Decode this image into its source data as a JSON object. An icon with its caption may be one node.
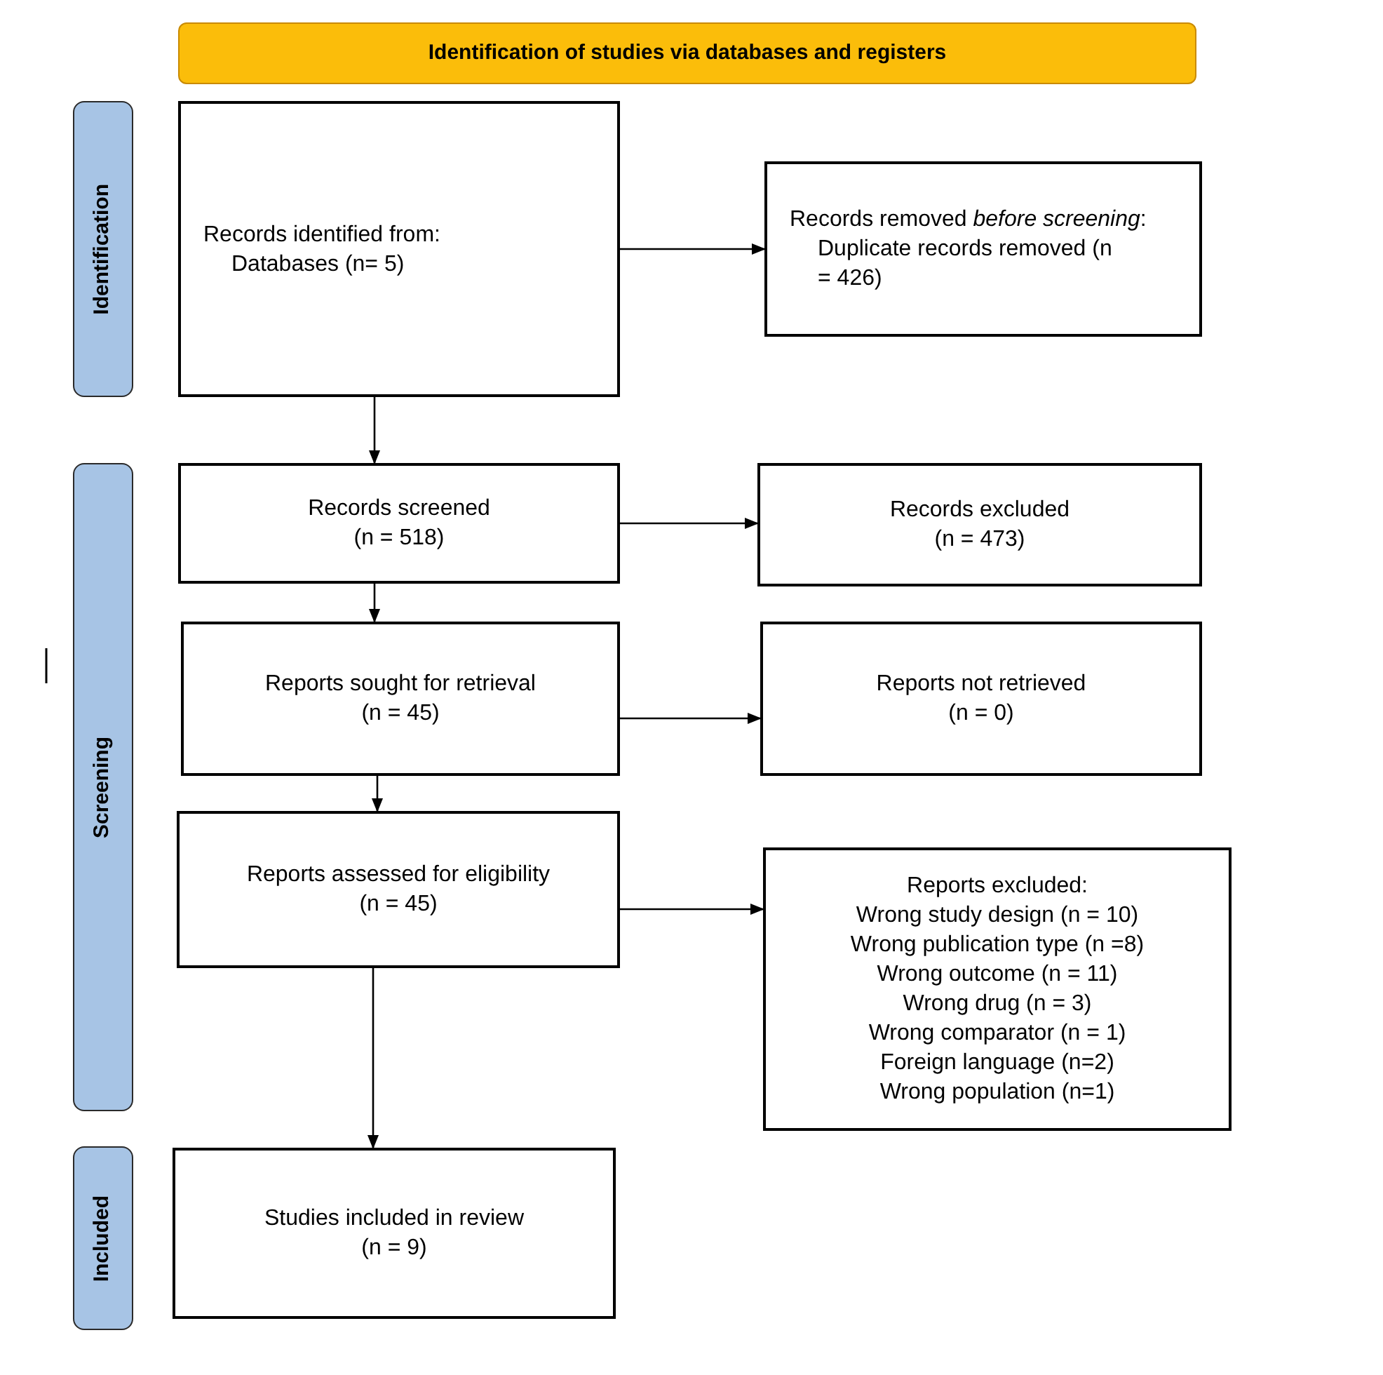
{
  "diagram": {
    "nodes": [
      {
        "text": [
          "Identification of studies via databases and registers"
        ]
      },
      {
        "text": [
          "Identification"
        ]
      },
      {
        "text": [
          "Records identified from:",
          "Databases (n= 5)"
        ]
      },
      {
        "text": [
          "Records removed *before screening*:",
          "Duplicate records removed (n = 426)"
        ]
      },
      {
        "text": [
          "Screening"
        ]
      },
      {
        "text": [
          "Records screened",
          "(n = 518)"
        ]
      },
      {
        "text": [
          "Records excluded",
          "(n = 473)"
        ]
      },
      {
        "text": [
          "Reports sought for retrieval",
          "(n = 45)"
        ]
      },
      {
        "text": [
          "Reports not retrieved",
          "(n = 0)"
        ]
      },
      {
        "text": [
          "Reports assessed for eligibility",
          "(n = 45)"
        ]
      },
      {
        "text": [
          "Reports excluded:",
          "Wrong study design (n = 10)",
          "Wrong publication type (n =8)",
          "Wrong outcome (n = 11)",
          "Wrong drug (n = 3)",
          "Wrong comparator (n = 1)",
          "Foreign language (n=2)",
          "Wrong population (n=1)"
        ]
      },
      {
        "text": [
          "Included"
        ]
      },
      {
        "text": [
          "Studies included in review",
          "(n = 9)"
        ]
      }
    ],
    "edges": [
      {
        "from": 2,
        "to": 3,
        "arrow": "to"
      },
      {
        "from": 2,
        "to": 5,
        "arrow": "to"
      },
      {
        "from": 5,
        "to": 6,
        "arrow": "to"
      },
      {
        "from": 5,
        "to": 7,
        "arrow": "to"
      },
      {
        "from": 7,
        "to": 8,
        "arrow": "to"
      },
      {
        "from": 7,
        "to": 9,
        "arrow": "to"
      },
      {
        "from": 9,
        "to": 10,
        "arrow": "to"
      },
      {
        "from": 9,
        "to": 12,
        "arrow": "to"
      }
    ]
  }
}
